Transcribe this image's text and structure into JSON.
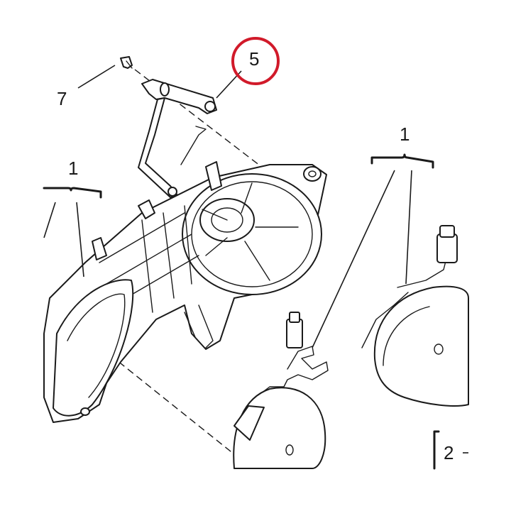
{
  "diagram": {
    "callouts": {
      "fan_left": "1",
      "motor_right": "1",
      "bracket": "5",
      "screw": "7",
      "cut_off": "2"
    },
    "highlight_color": "#d11a2a",
    "line_color": "#1a1a1a"
  }
}
